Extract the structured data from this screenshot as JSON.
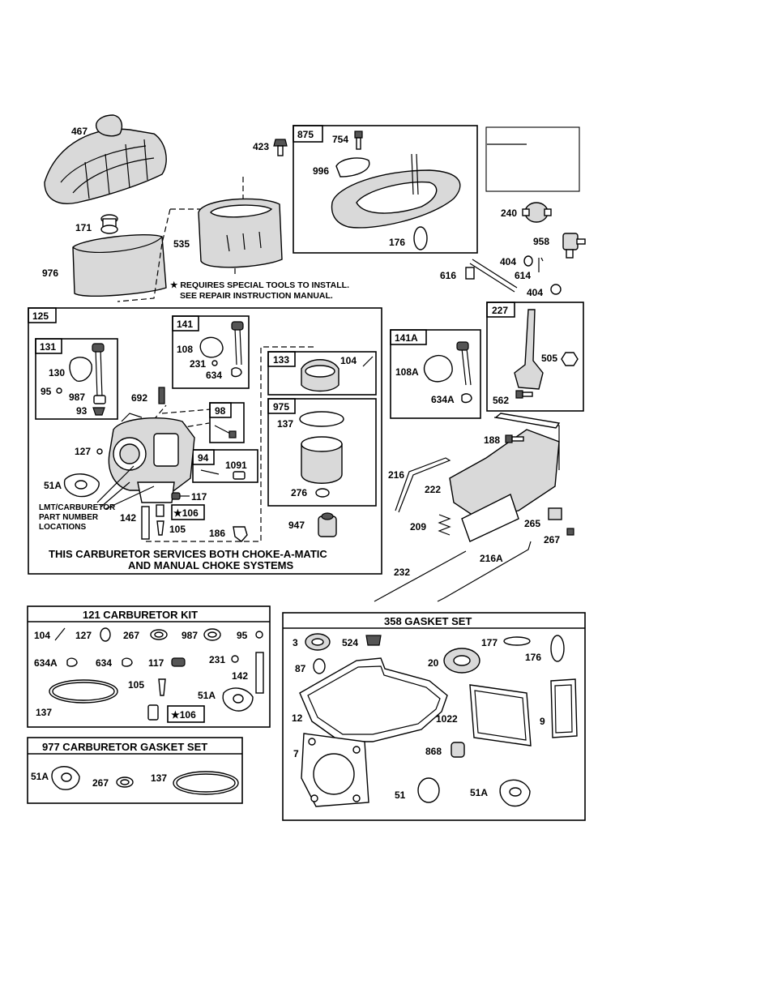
{
  "notes": {
    "special_tools_line1": "★ REQUIRES SPECIAL TOOLS TO INSTALL.",
    "special_tools_line2": "SEE REPAIR INSTRUCTION MANUAL.",
    "lmt_line1": "LMT/CARBURETOR",
    "lmt_line2": "PART NUMBER",
    "lmt_line3": "LOCATIONS",
    "carb_services_line1": "THIS CARBURETOR SERVICES BOTH CHOKE-A-MATIC",
    "carb_services_line2": "AND MANUAL CHOKE SYSTEMS"
  },
  "kits": {
    "carb_kit_title": "121 CARBURETOR KIT",
    "gasket_set_title": "358 GASKET SET",
    "carb_gasket_title": "977 CARBURETOR GASKET SET"
  },
  "labels": {
    "p467": "467",
    "p171": "171",
    "p976": "976",
    "p535": "535",
    "p423": "423",
    "p875": "875",
    "p754": "754",
    "p996": "996",
    "p176a": "176",
    "p240": "240",
    "p958": "958",
    "p404a": "404",
    "p614": "614",
    "p616": "616",
    "p404b": "404",
    "p125": "125",
    "p141": "141",
    "p108": "108",
    "p231": "231",
    "p634": "634",
    "p131": "131",
    "p130": "130",
    "p95": "95",
    "p987": "987",
    "p93": "93",
    "p692": "692",
    "p98": "98",
    "p94": "94",
    "p1091": "1091",
    "p127": "127",
    "p51a": "51A",
    "p117": "117",
    "p142": "142",
    "p106": "★106",
    "p105": "105",
    "p186": "186",
    "p133": "133",
    "p104": "104",
    "p975": "975",
    "p137": "137",
    "p276": "276",
    "p947": "947",
    "p141a": "141A",
    "p108a": "108A",
    "p634a": "634A",
    "p227": "227",
    "p505": "505",
    "p562": "562",
    "p188": "188",
    "p216": "216",
    "p222": "222",
    "p209": "209",
    "p265": "265",
    "p267": "267",
    "p232": "232",
    "p216a": "216A",
    "k_104": "104",
    "k_127": "127",
    "k_267": "267",
    "k_987": "987",
    "k_95": "95",
    "k_634a": "634A",
    "k_634": "634",
    "k_117": "117",
    "k_231": "231",
    "k_142": "142",
    "k_105": "105",
    "k_51a": "51A",
    "k_137": "137",
    "k_106": "★106",
    "g_3": "3",
    "g_524": "524",
    "g_177": "177",
    "g_176": "176",
    "g_87": "87",
    "g_20": "20",
    "g_12": "12",
    "g_1022": "1022",
    "g_9": "9",
    "g_7": "7",
    "g_868": "868",
    "g_51": "51",
    "g_51a": "51A",
    "c_51a": "51A",
    "c_267": "267",
    "c_137": "137"
  }
}
